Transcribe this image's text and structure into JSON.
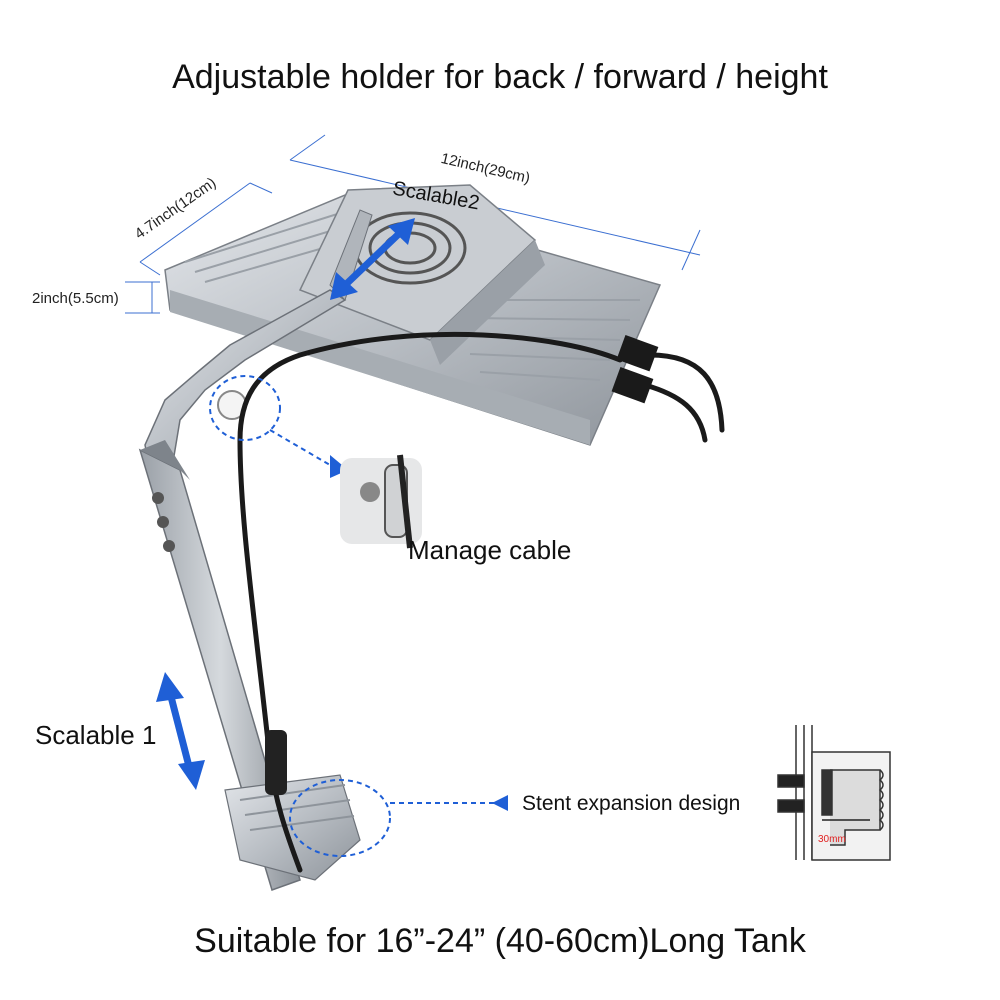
{
  "title": "Adjustable holder for back / forward / height",
  "footer": "Suitable for 16”-24” (40-60cm)Long Tank",
  "dimensions": {
    "length": "12inch(29cm)",
    "width": "4.7inch(12cm)",
    "height": "2inch(5.5cm)"
  },
  "labels": {
    "scalable2": "Scalable2",
    "scalable1": "Scalable 1",
    "manage_cable": "Manage cable",
    "stent": "Stent expansion design",
    "mm30": "30mm"
  },
  "colors": {
    "accent": "#1f5fd6",
    "aluminum": "#b9bec4",
    "aluminum_dark": "#8e949b",
    "cable": "#1a1a1a",
    "measure": "#3b6fd1",
    "red_text": "#e02020"
  }
}
